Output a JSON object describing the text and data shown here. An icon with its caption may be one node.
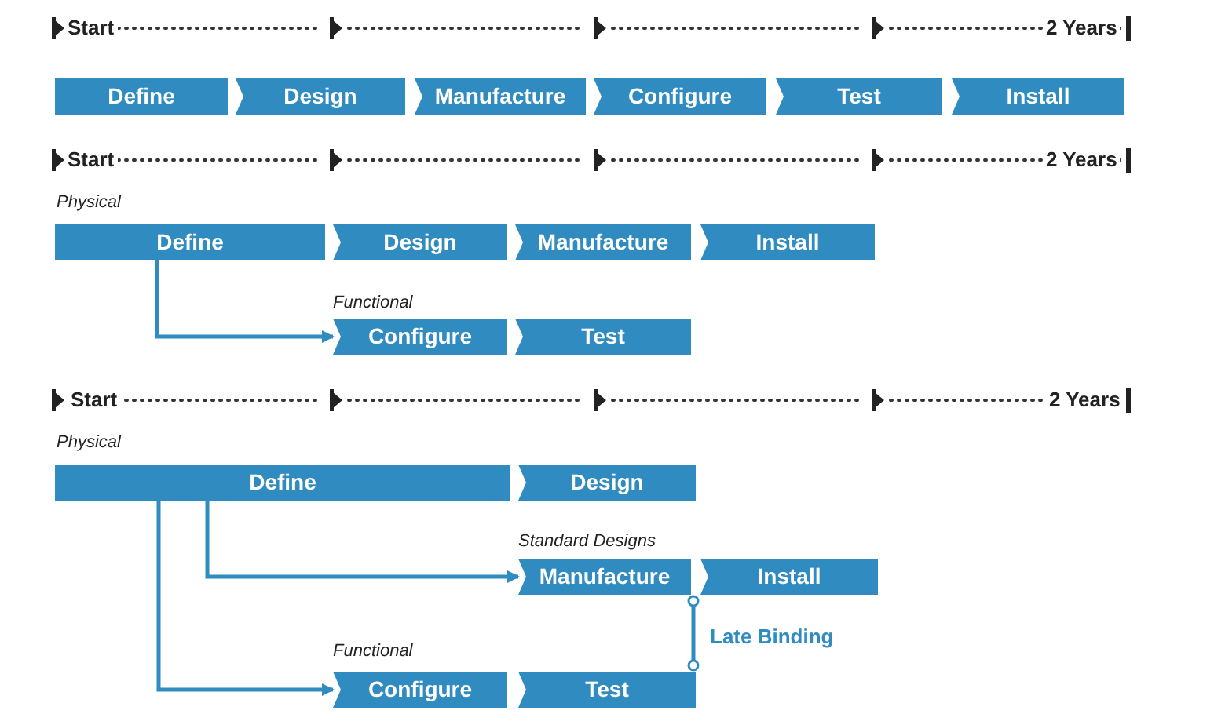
{
  "diagram": {
    "nodes": [
      {
        "text": [
          "Define"
        ]
      },
      {
        "text": [
          "Design"
        ]
      },
      {
        "text": [
          "Manufacture"
        ]
      },
      {
        "text": [
          "Configure"
        ]
      },
      {
        "text": [
          "Test"
        ]
      },
      {
        "text": [
          "Install"
        ]
      },
      {
        "text": [
          "Define"
        ]
      },
      {
        "text": [
          "Design"
        ]
      },
      {
        "text": [
          "Manufacture"
        ]
      },
      {
        "text": [
          "Install"
        ]
      },
      {
        "text": [
          "Configure"
        ]
      },
      {
        "text": [
          "Test"
        ]
      },
      {
        "text": [
          "Define"
        ]
      },
      {
        "text": [
          "Design"
        ]
      },
      {
        "text": [
          "Manufacture"
        ]
      },
      {
        "text": [
          "Install"
        ]
      },
      {
        "text": [
          "Configure"
        ]
      },
      {
        "text": [
          "Test"
        ]
      }
    ],
    "edges": [
      {
        "from": 6,
        "to": 10,
        "arrow": "to"
      },
      {
        "from": 12,
        "to": 14,
        "arrow": "to"
      },
      {
        "from": 12,
        "to": 16,
        "arrow": "to"
      },
      {
        "from": 14,
        "to": 17,
        "arrow": "other",
        "label": "Late Binding"
      }
    ],
    "labels": [
      "Start",
      "2 Years",
      "Start",
      "2 Years",
      "Physical",
      "Functional",
      "Start",
      "2 Years",
      "Physical",
      "Standard Designs",
      "Functional"
    ]
  }
}
